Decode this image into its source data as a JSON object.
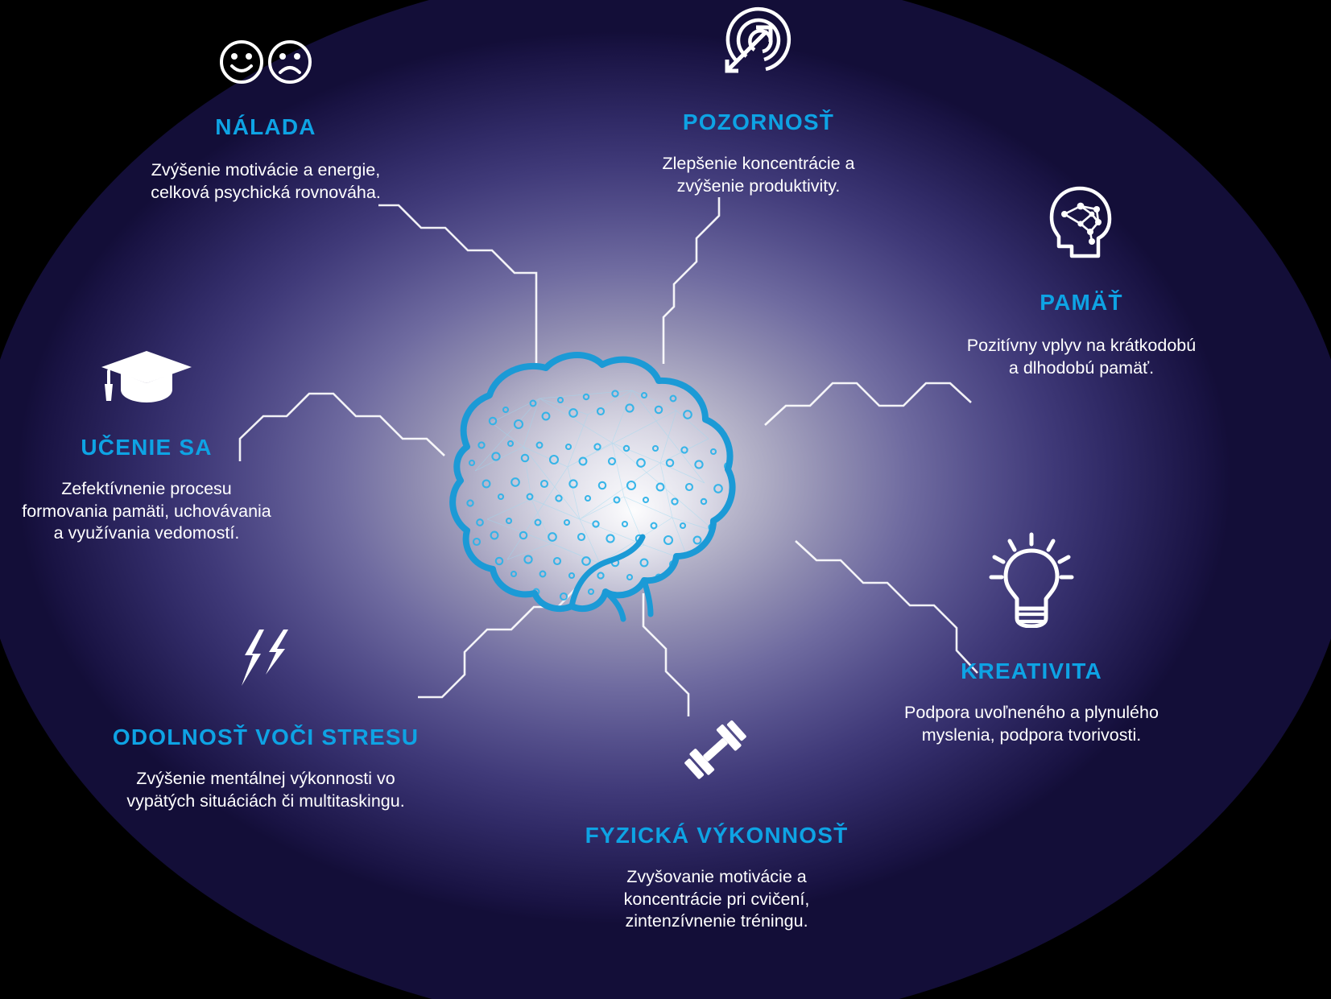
{
  "theme": {
    "background_color": "#000000",
    "accent_color": "#0ea3e4",
    "text_color": "#ffffff",
    "brain_outline_color": "#1b9ad6",
    "connector_color": "#ffffff"
  },
  "graphic": {
    "center_icon_name": "brain-network-illustration"
  },
  "nodes": [
    {
      "id": "nalada",
      "icon_name": "happy-sad-faces-icon",
      "title": "NÁLADA",
      "desc": "Zvýšenie motivácie a energie,\ncelková psychická rovnováha."
    },
    {
      "id": "pozornost",
      "icon_name": "target-arrow-icon",
      "title": "POZORNOSŤ",
      "desc": "Zlepšenie koncentrácie a\nzvýšenie produktivity."
    },
    {
      "id": "pamat",
      "icon_name": "head-neural-network-icon",
      "title": "PAMÄŤ",
      "desc": "Pozitívny vplyv na krátkodobú\na dlhodobú pamäť."
    },
    {
      "id": "ucenie",
      "icon_name": "graduation-cap-icon",
      "title": "UČENIE SA",
      "desc": "Zefektívnenie procesu\nformovania pamäti, uchovávania\na využívania vedomostí."
    },
    {
      "id": "kreativita",
      "icon_name": "lightbulb-icon",
      "title": "KREATIVITA",
      "desc": "Podpora uvoľneného a plynulého\nmyslenia, podpora tvorivosti."
    },
    {
      "id": "odolnost",
      "icon_name": "double-lightning-bolt-icon",
      "title": "ODOLNOSŤ VOČI STRESU",
      "desc": "Zvýšenie mentálnej výkonnosti vo\nvypätých situáciách či multitaskingu."
    },
    {
      "id": "fyzicka",
      "icon_name": "dumbbell-icon",
      "title": "FYZICKÁ VÝKONNOSŤ",
      "desc": "Zvyšovanie motivácie a\nkoncentrácie pri cvičení,\nzintenzívnenie tréningu."
    }
  ]
}
